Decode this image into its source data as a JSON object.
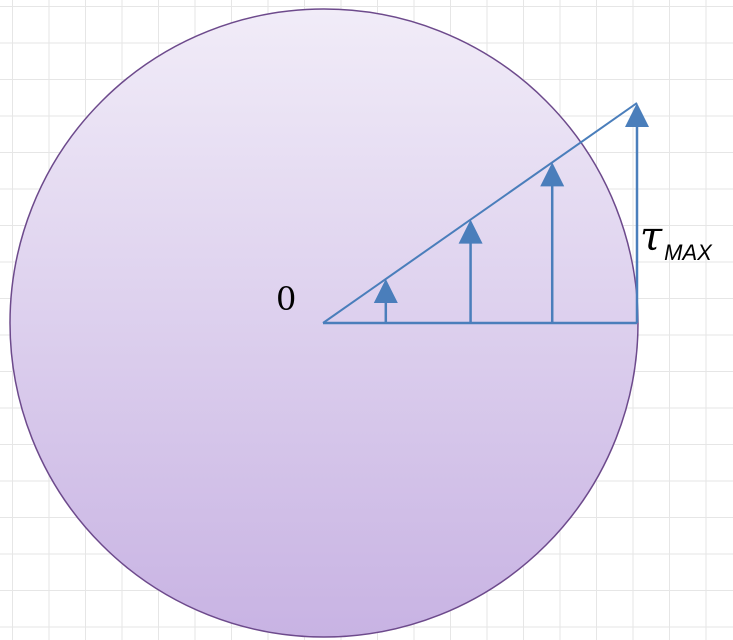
{
  "labels": {
    "origin": "0",
    "stress_symbol": "τ",
    "stress_subscript": "MAX"
  },
  "colors": {
    "disk_top": "#f1ecf8",
    "disk_bottom": "#c8b3e3",
    "disk_outline": "#6d4a8c",
    "vectors": "#4a7ebb",
    "grid": "#e6e6e6"
  },
  "stress_profile": {
    "radii_fraction": [
      0.2,
      0.47,
      0.73,
      1.0
    ],
    "magnitude_fraction": [
      0.2,
      0.47,
      0.73,
      1.0
    ]
  }
}
